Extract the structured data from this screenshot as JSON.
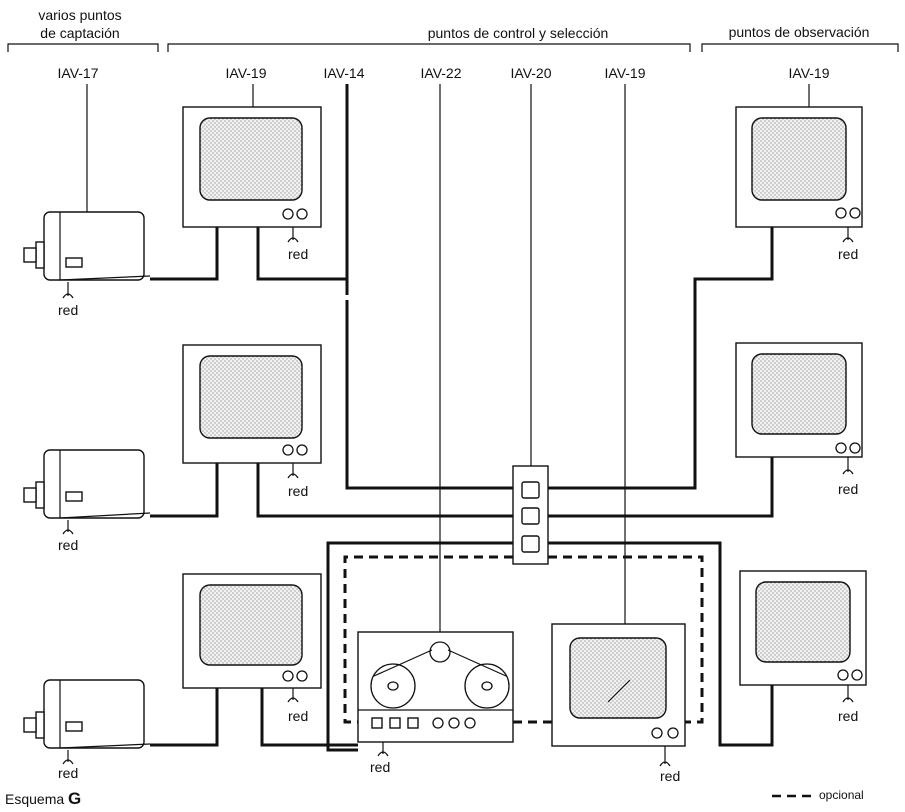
{
  "sections": {
    "capture": "varios puntos",
    "capture2": "de captación",
    "control": "puntos de control y selección",
    "observation": "puntos de observación"
  },
  "devices": {
    "camera": "IAV-17",
    "monitor_left": "IAV-19",
    "cable": "IAV-14",
    "recorder": "IAV-22",
    "switcher": "IAV-20",
    "monitor_center": "IAV-19",
    "monitor_right": "IAV-19"
  },
  "network_label": "red",
  "caption": {
    "prefix": "Esquema",
    "letter": "G"
  },
  "legend": {
    "optional": "opcional"
  },
  "colors": {
    "ink": "#111111",
    "screen_dot": "#9a9a9a"
  },
  "icons": [
    "camera-icon",
    "monitor-icon",
    "tape-recorder-icon",
    "switcher-icon"
  ]
}
